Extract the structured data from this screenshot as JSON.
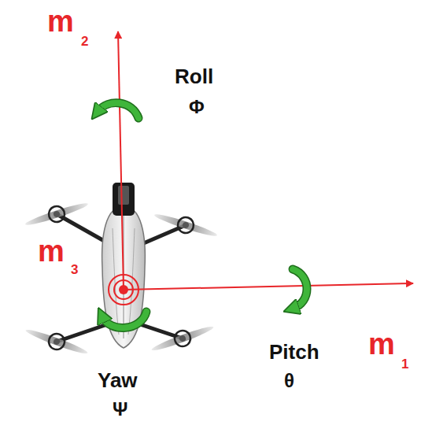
{
  "diagram": {
    "labels": [
      "m",
      "2",
      "Roll",
      "Φ",
      "m",
      "3",
      "Yaw",
      "Ψ",
      "Pitch",
      "θ",
      "m",
      "1"
    ]
  }
}
